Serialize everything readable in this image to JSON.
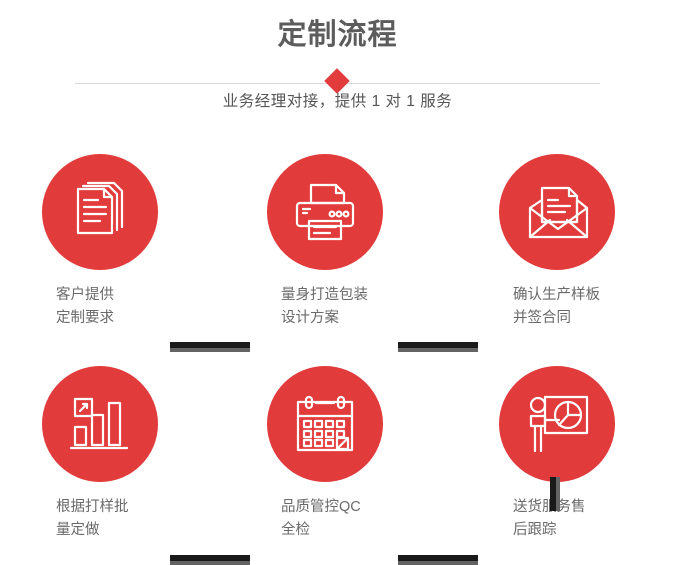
{
  "header": {
    "title": "定制流程",
    "subtitle": "业务经理对接，提供 1 对 1 服务",
    "divider_icon": "red-diamond"
  },
  "colors": {
    "accent_red": "#e23b3b",
    "title_gray": "#5c5c5c",
    "label_gray": "#6a6a6a",
    "connector_dark": "#1a1a1a",
    "connector_light": "#636363",
    "divider_line": "#d8d8d8",
    "background": "#ffffff"
  },
  "steps": [
    {
      "index": 1,
      "icon": "documents-stack-icon",
      "label": "客户提供\n定制要求"
    },
    {
      "index": 2,
      "icon": "printer-icon",
      "label": "量身打造包装\n设计方案"
    },
    {
      "index": 3,
      "icon": "envelope-document-icon",
      "label": "确认生产样板\n并签合同"
    },
    {
      "index": 4,
      "icon": "bar-chart-growth-icon",
      "label": "根据打样批\n量定做"
    },
    {
      "index": 5,
      "icon": "calendar-check-icon",
      "label": "品质管控QC\n全检"
    },
    {
      "index": 6,
      "icon": "presentation-pie-chart-icon",
      "label": "送货服务售\n后跟踪"
    }
  ],
  "connectors": [
    {
      "id": "connector-1-2",
      "orientation": "horizontal"
    },
    {
      "id": "connector-2-3",
      "orientation": "horizontal"
    },
    {
      "id": "connector-3-4",
      "orientation": "vertical"
    },
    {
      "id": "connector-4-5",
      "orientation": "horizontal"
    },
    {
      "id": "connector-5-6",
      "orientation": "horizontal"
    }
  ]
}
